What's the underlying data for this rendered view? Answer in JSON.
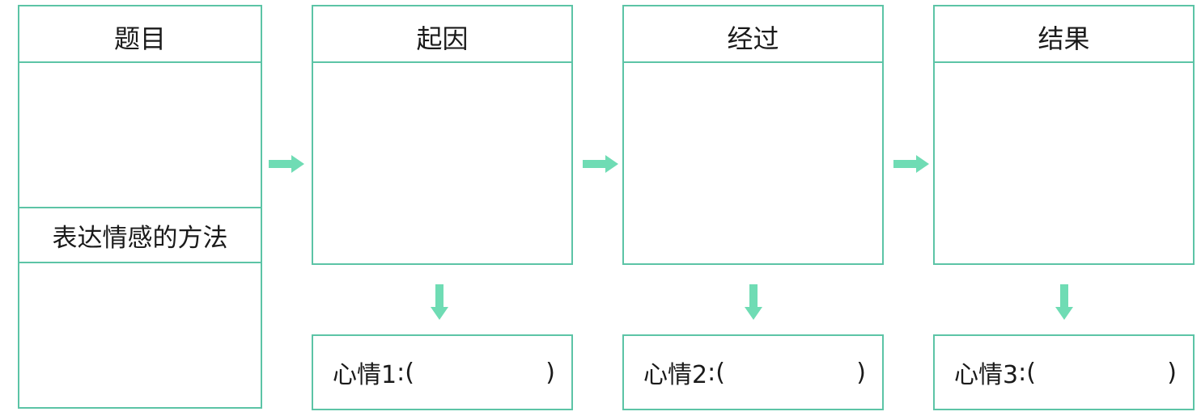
{
  "colors": {
    "border": "#5cc4a6",
    "arrow": "#6fdcb4"
  },
  "title_column": {
    "title": "题目",
    "method_label": "表达情感的方法"
  },
  "stages": [
    {
      "header": "起因",
      "mood_label": "心情1",
      "colon": ":",
      "open_paren": "(",
      "close_paren": ")"
    },
    {
      "header": "经过",
      "mood_label": "心情2",
      "colon": ":",
      "open_paren": "(",
      "close_paren": ")"
    },
    {
      "header": "结果",
      "mood_label": "心情3",
      "colon": ":",
      "open_paren": "(",
      "close_paren": ")"
    }
  ]
}
